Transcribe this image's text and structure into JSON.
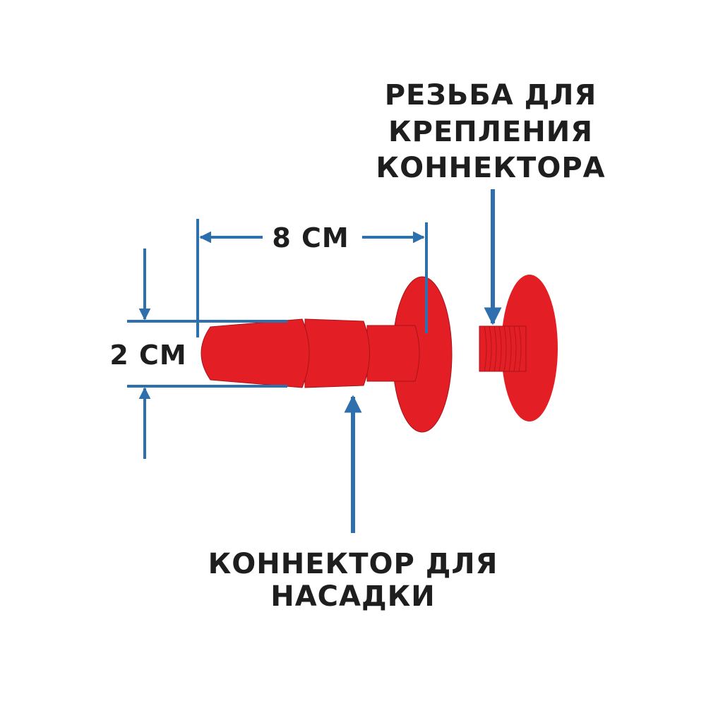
{
  "labels": {
    "length": "8 CM",
    "diameter": "2 CM",
    "thread_lines": [
      "РЕЗЬБА ДЛЯ",
      "КРЕПЛЕНИЯ",
      "КОННЕКТОРА"
    ],
    "connector_lines": [
      "КОННЕКТОР ДЛЯ",
      "НАСАДКИ"
    ]
  },
  "colors": {
    "part": "#e31e24",
    "dimension": "#2e6fad",
    "text": "#1e1e1e"
  }
}
